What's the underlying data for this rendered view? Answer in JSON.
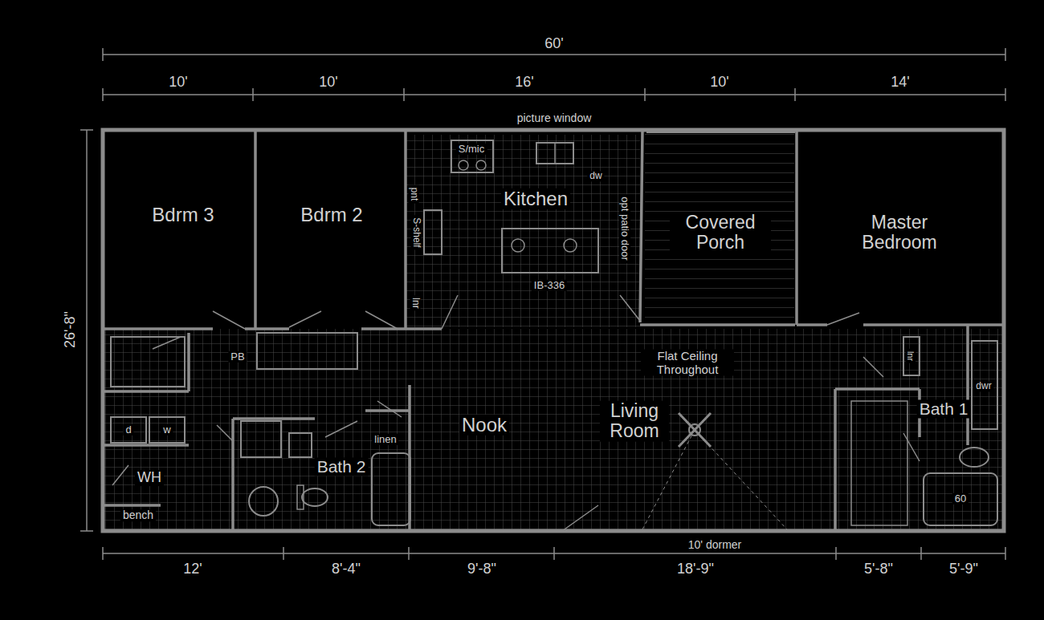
{
  "diagram": {
    "labels": [
      "60'",
      "10'",
      "10'",
      "16'",
      "10'",
      "14'",
      "26'-8\"",
      "picture window",
      "Bdrm 3",
      "Bdrm 2",
      "S/mic",
      "Kitchen",
      "dw",
      "pnt",
      "S-shelf",
      "lnr",
      "IB-336",
      "opt patio door",
      "Covered Porch",
      "Master Bedroom",
      "PB",
      "Flat Ceiling Throughout",
      "Nook",
      "Living Room",
      "linen",
      "Bath 2",
      "d",
      "w",
      "WH",
      "bench",
      "lnr",
      "dwr",
      "Bath 1",
      "60",
      "10' dormer",
      "12'",
      "8'-4\"",
      "9'-8\"",
      "18'-9\"",
      "5'-8\"",
      "5'-9\""
    ]
  }
}
